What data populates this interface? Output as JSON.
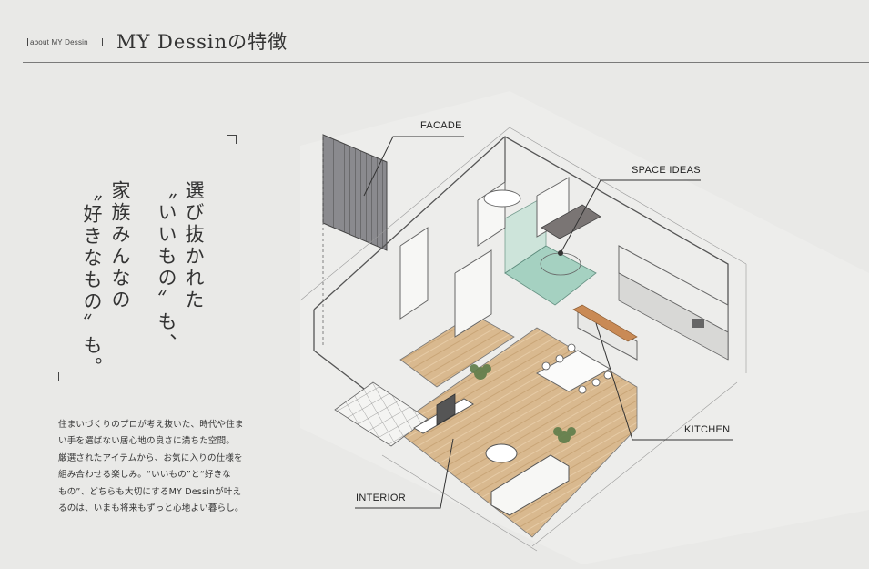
{
  "header": {
    "subtitle": "about MY Dessin",
    "title": "MY Dessinの特徴"
  },
  "catchcopy": {
    "columns": [
      "選び抜かれた",
      "〝いいもの〟も、",
      "家族みんなの",
      "〝好きなもの〟も。"
    ]
  },
  "body": {
    "lines": [
      "住まいづくりのプロが考え抜いた、時代や住ま",
      "い手を選ばない居心地の良さに満ちた空間。",
      "厳選されたアイテムから、お気に入りの仕様を",
      "組み合わせる楽しみ。“いいもの”と“好きな",
      "もの”、どちらも大切にするMY Dessinが叶え",
      "るのは、いまも将来もずっと心地よい暮らし。"
    ]
  },
  "illustration": {
    "labels": {
      "facade": "FACADE",
      "space_ideas": "SPACE IDEAS",
      "kitchen": "KITCHEN",
      "interior": "INTERIOR"
    },
    "colors": {
      "floor_wood": "#d9b98f",
      "green_glass": "#9ecfbd",
      "line": "#555555"
    }
  }
}
